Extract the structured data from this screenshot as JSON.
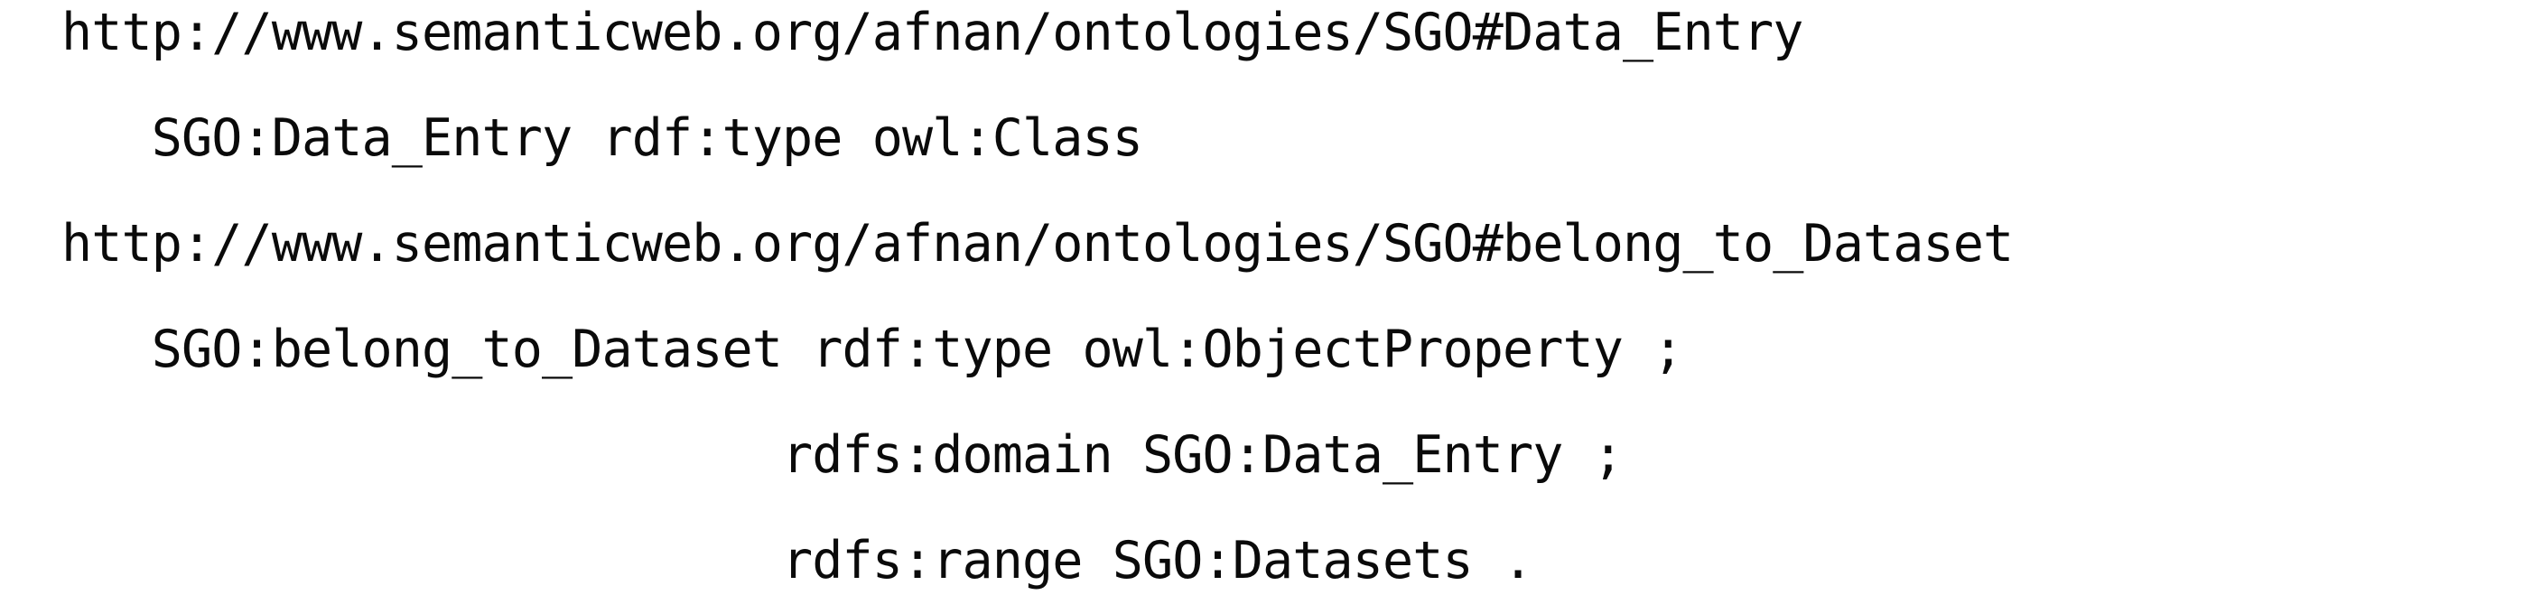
{
  "document": {
    "kind": "rdf-turtle-snippet",
    "background_color": "#ffffff",
    "text_color": "#0a0a0a",
    "lines": [
      {
        "id": "line-1",
        "indent_spaces": 0,
        "text": "http://www.semanticweb.org/afnan/ontologies/SGO#Data_Entry"
      },
      {
        "id": "line-2",
        "indent_spaces": 3,
        "text": "   SGO:Data_Entry rdf:type owl:Class"
      },
      {
        "id": "line-3",
        "indent_spaces": 0,
        "text": "http://www.semanticweb.org/afnan/ontologies/SGO#belong_to_Dataset"
      },
      {
        "id": "line-4",
        "indent_spaces": 3,
        "text": "   SGO:belong_to_Dataset rdf:type owl:ObjectProperty ;"
      },
      {
        "id": "line-5",
        "indent_spaces": 24,
        "text": "                        rdfs:domain SGO:Data_Entry ;"
      },
      {
        "id": "line-6",
        "indent_spaces": 24,
        "text": "                        rdfs:range SGO:Datasets ."
      }
    ],
    "tokens": {
      "base_uri": "http://www.semanticweb.org/afnan/ontologies/SGO",
      "prefix": "SGO",
      "class_name": "Data_Entry",
      "property_name": "belong_to_Dataset",
      "rdf_type": "rdf:type",
      "owl_class": "owl:Class",
      "owl_object_property": "owl:ObjectProperty",
      "rdfs_domain": "rdfs:domain",
      "rdfs_range": "rdfs:range",
      "domain_value": "SGO:Data_Entry",
      "range_value": "SGO:Datasets",
      "separator_semicolon": ";",
      "terminator_period": "."
    }
  }
}
